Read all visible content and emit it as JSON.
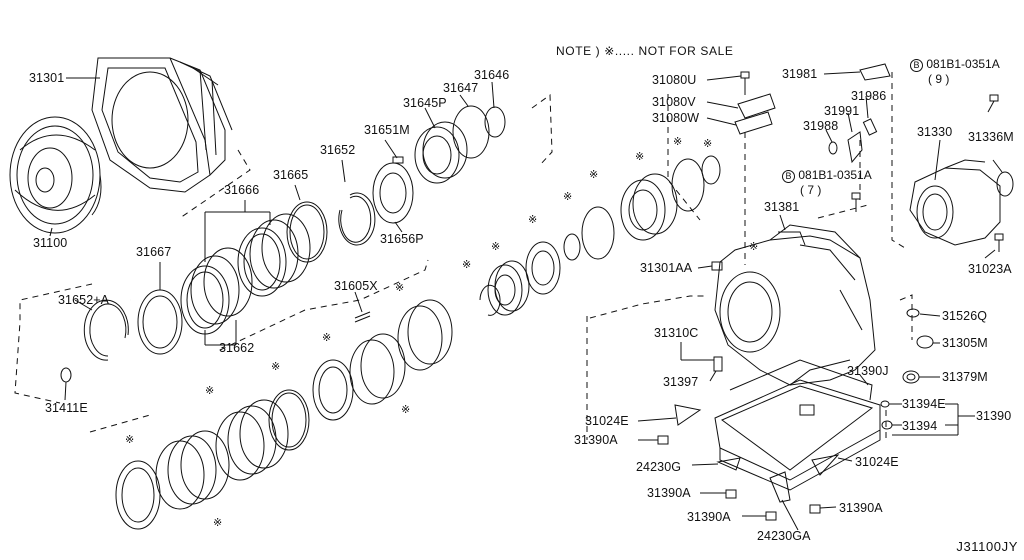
{
  "note": "NOTE ) ※..... NOT FOR SALE",
  "code": "J31100JY",
  "labels": {
    "p31301": "31301",
    "p31100": "31100",
    "p31666": "31666",
    "p31665": "31665",
    "p31652": "31652",
    "p31651M": "31651M",
    "p31645P": "31645P",
    "p31647": "31647",
    "p31646": "31646",
    "p31656P": "31656P",
    "p31667": "31667",
    "p31662": "31662",
    "p31652A": "31652+A",
    "p31411E": "31411E",
    "p31605X": "31605X",
    "p31080U": "31080U",
    "p31080V": "31080V",
    "p31080W": "31080W",
    "p31981": "31981",
    "p31986": "31986",
    "p31991": "31991",
    "p31988": "31988",
    "p31330": "31330",
    "p31336M": "31336M",
    "p31023A": "31023A",
    "p31381": "31381",
    "p31301AA": "31301AA",
    "p31526Q": "31526Q",
    "p31305M": "31305M",
    "p31310C": "31310C",
    "p31379M": "31379M",
    "p31390J": "31390J",
    "p31397": "31397",
    "p31024E_a": "31024E",
    "p31390A_a": "31390A",
    "p31394E": "31394E",
    "p31390": "31390",
    "p31394": "31394",
    "p24230G": "24230G",
    "p31024E_b": "31024E",
    "p31390A_b": "31390A",
    "p31390A_c": "31390A",
    "p31390A_d": "31390A",
    "p24230GA": "24230GA"
  },
  "bolts": {
    "top": {
      "code": "081B1-0351A",
      "qty": "( 9 )"
    },
    "mid": {
      "code": "081B1-0351A",
      "qty": "( 7 )"
    },
    "symbol": "B"
  },
  "mark_symbol": "※"
}
